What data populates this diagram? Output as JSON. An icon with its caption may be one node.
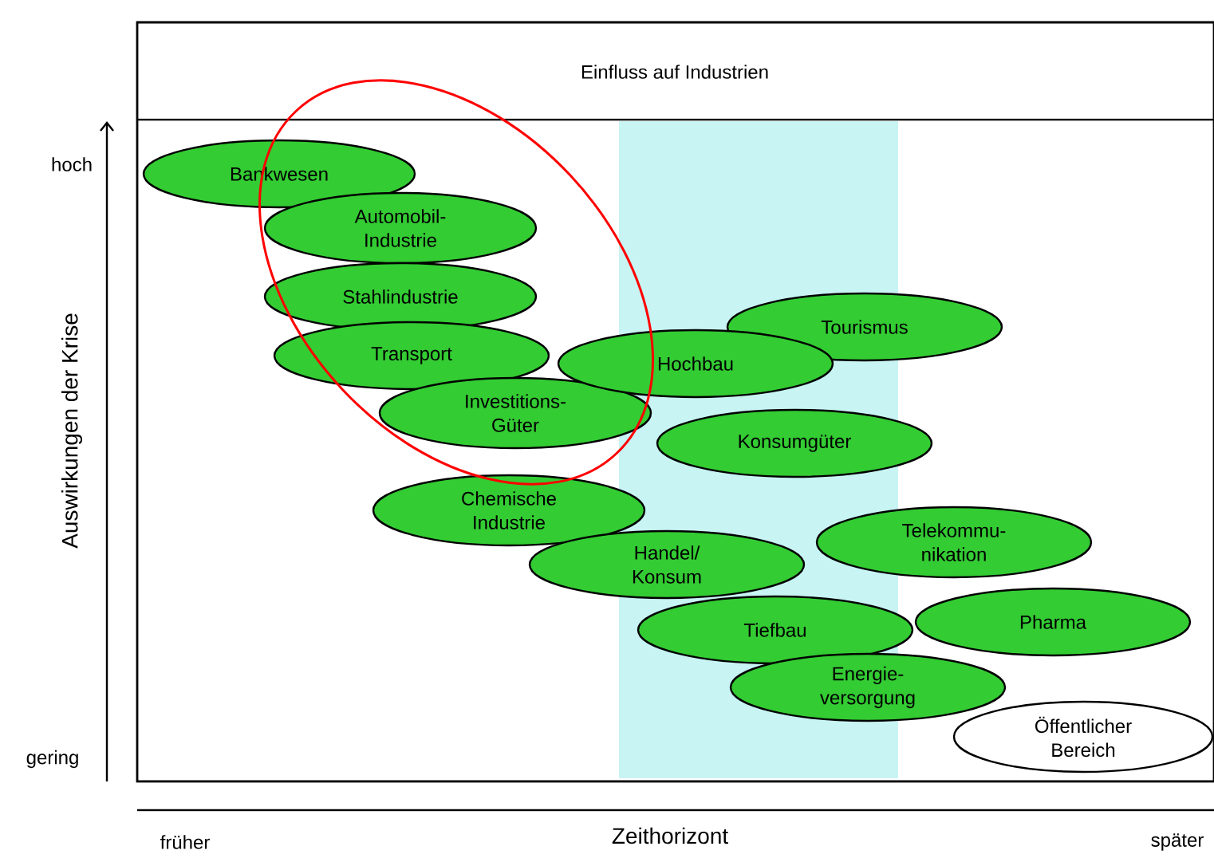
{
  "diagram": {
    "title": "Einfluss auf Industrien",
    "nodes": [
      {
        "text": [
          "Bankwesen"
        ]
      },
      {
        "text": [
          "Automobil- Industrie"
        ]
      },
      {
        "text": [
          "Stahlindustrie"
        ]
      },
      {
        "text": [
          "Transport"
        ]
      },
      {
        "text": [
          "Investitions- Güter"
        ]
      },
      {
        "text": [
          "Tourismus"
        ]
      },
      {
        "text": [
          "Hochbau"
        ]
      },
      {
        "text": [
          "Konsumgüter"
        ]
      },
      {
        "text": [
          "Chemische Industrie"
        ]
      },
      {
        "text": [
          "Telekommu- nikation"
        ]
      },
      {
        "text": [
          "Handel/ Konsum"
        ]
      },
      {
        "text": [
          "Pharma"
        ]
      },
      {
        "text": [
          "Tiefbau"
        ]
      },
      {
        "text": [
          "Energie- versorgung"
        ]
      },
      {
        "text": [
          "Öffentlicher Bereich"
        ]
      }
    ],
    "labels": [
      "hoch",
      "Auswirkungen der Krise",
      "gering",
      "früher",
      "Zeithorizont",
      "später"
    ]
  }
}
